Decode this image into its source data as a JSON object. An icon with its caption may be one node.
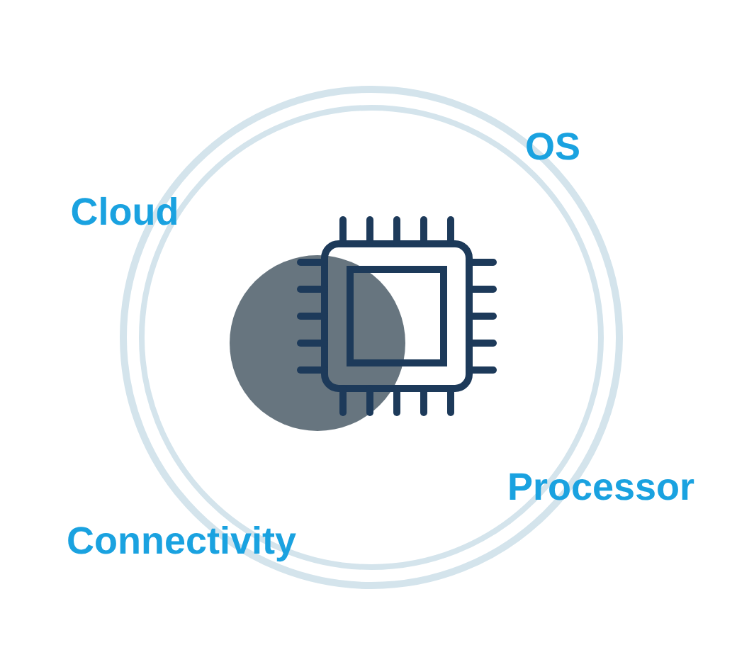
{
  "diagram": {
    "labels": [
      "OS",
      "Cloud",
      "Processor",
      "Connectivity"
    ]
  }
}
